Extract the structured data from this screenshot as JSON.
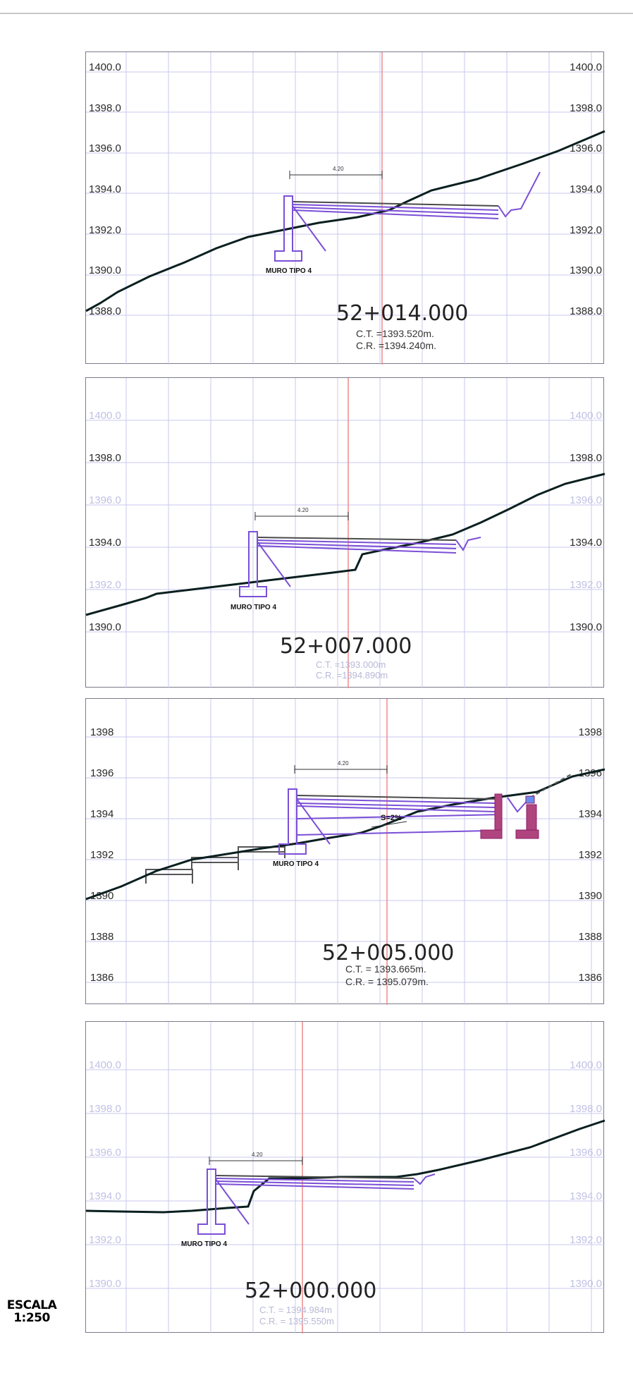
{
  "sheet": {
    "scale_label": "ESCALA",
    "scale_value": "1:250",
    "colors": {
      "grid": "#c9c9ef",
      "ground": "#0a1f1f",
      "design": "#7b4fd6",
      "axis": "#f08a8a",
      "text": "#222222",
      "frame": "#7a7a8a",
      "drain": "#9a2a7a"
    }
  },
  "sections": [
    {
      "station": "52+014.000",
      "ct": "C.T. =1393.520m.",
      "cr": "C.R. =1394.240m.",
      "wall_label": "MURO TIPO 4",
      "dim_label": "4.20",
      "slope_label": "",
      "elevations": [
        "1400.0",
        "1398.0",
        "1396.0",
        "1394.0",
        "1392.0",
        "1390.0",
        "1388.0"
      ]
    },
    {
      "station": "52+007.000",
      "ct": "C.T. =1393.000m",
      "cr": "C.R. =1394.890m",
      "wall_label": "MURO TIPO 4",
      "dim_label": "4.20",
      "slope_label": "",
      "elevations": [
        "1400.0",
        "1398.0",
        "1396.0",
        "1394.0",
        "1392.0",
        "1390.0"
      ]
    },
    {
      "station": "52+005.000",
      "ct": "C.T. = 1393.665m.",
      "cr": "C.R. = 1395.079m.",
      "wall_label": "MURO TIPO 4",
      "dim_label": "4.20",
      "slope_label": "S=2%",
      "elevations": [
        "1398",
        "1396",
        "1394",
        "1392",
        "1390",
        "1388",
        "1386"
      ]
    },
    {
      "station": "52+000.000",
      "ct": "C.T. = 1394.984m",
      "cr": "C.R. = 1395.550m",
      "wall_label": "MURO TIPO 4",
      "dim_label": "4.20",
      "slope_label": "",
      "elevations": [
        "1400.0",
        "1398.0",
        "1396.0",
        "1394.0",
        "1392.0",
        "1390.0"
      ]
    }
  ]
}
